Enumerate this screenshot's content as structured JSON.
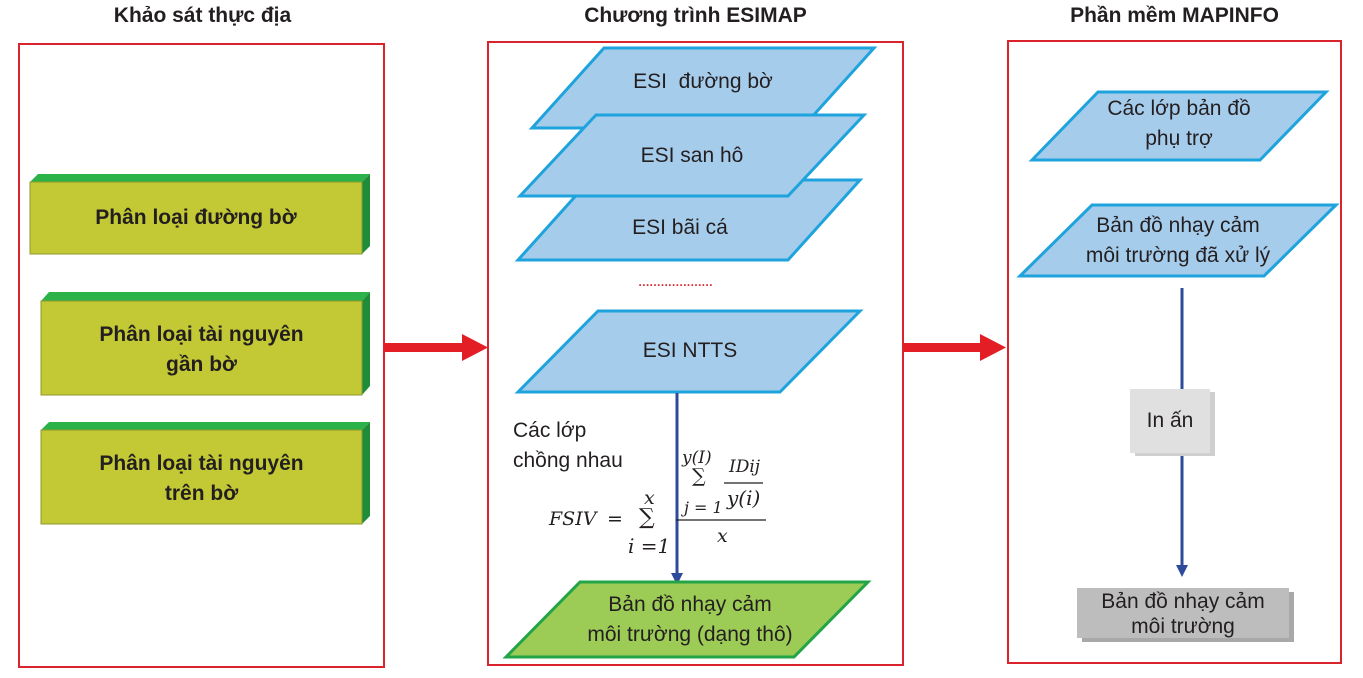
{
  "columns": {
    "left": {
      "title": "Khảo sát thực địa"
    },
    "middle": {
      "title": "Chương trình ESIMAP"
    },
    "right": {
      "title": "Phần mềm MAPINFO"
    }
  },
  "survey_boxes": [
    {
      "line1": "Phân loại đường bờ",
      "line2": ""
    },
    {
      "line1": "Phân loại tài nguyên",
      "line2": "gần bờ"
    },
    {
      "line1": "Phân loại tài nguyên",
      "line2": "trên bờ"
    }
  ],
  "esi_layers": [
    "ESI  đường bờ",
    "ESI san hô",
    "ESI bãi cá"
  ],
  "ellipsis": "....................",
  "esi_ntts": "ESI NTTS",
  "overlay_label": {
    "line1": "Các lớp",
    "line2": "chồng nhau"
  },
  "formula": {
    "lhs": "FSIV",
    "eq": "=",
    "outer_upper": "x",
    "outer_sigma": "∑",
    "outer_lower": "i =1",
    "inner_upper": "y(I)",
    "inner_sigma": "∑",
    "inner_lower": "j = 1",
    "inner_num": "IDij",
    "inner_den": "y(i)",
    "denominator": "x"
  },
  "output_raw": {
    "line1": "Bản đồ nhạy cảm",
    "line2": "môi trường (dạng thô)"
  },
  "mapinfo": {
    "aux_layers": {
      "line1": "Các lớp bản đồ",
      "line2": "phụ trợ"
    },
    "processed": {
      "line1": "Bản đồ nhạy cảm",
      "line2": "môi trường đã xử lý"
    },
    "print": "In ấn",
    "final": {
      "line1": "Bản đồ nhạy cảm",
      "line2": "môi trường"
    }
  },
  "colors": {
    "frame": "#d9232d",
    "arrow_red": "#e31e24",
    "parallelogram_fill": "#a6ccec",
    "parallelogram_stroke": "#1fa3dc",
    "survey_fill": "#c3c934",
    "survey_edge": "#2bb34a",
    "output_fill": "#9ccb56",
    "output_stroke": "#22a447",
    "flow_line": "#2e4b9b",
    "print_box": "#e0e0e0",
    "final_box": "#bdbdbd"
  }
}
